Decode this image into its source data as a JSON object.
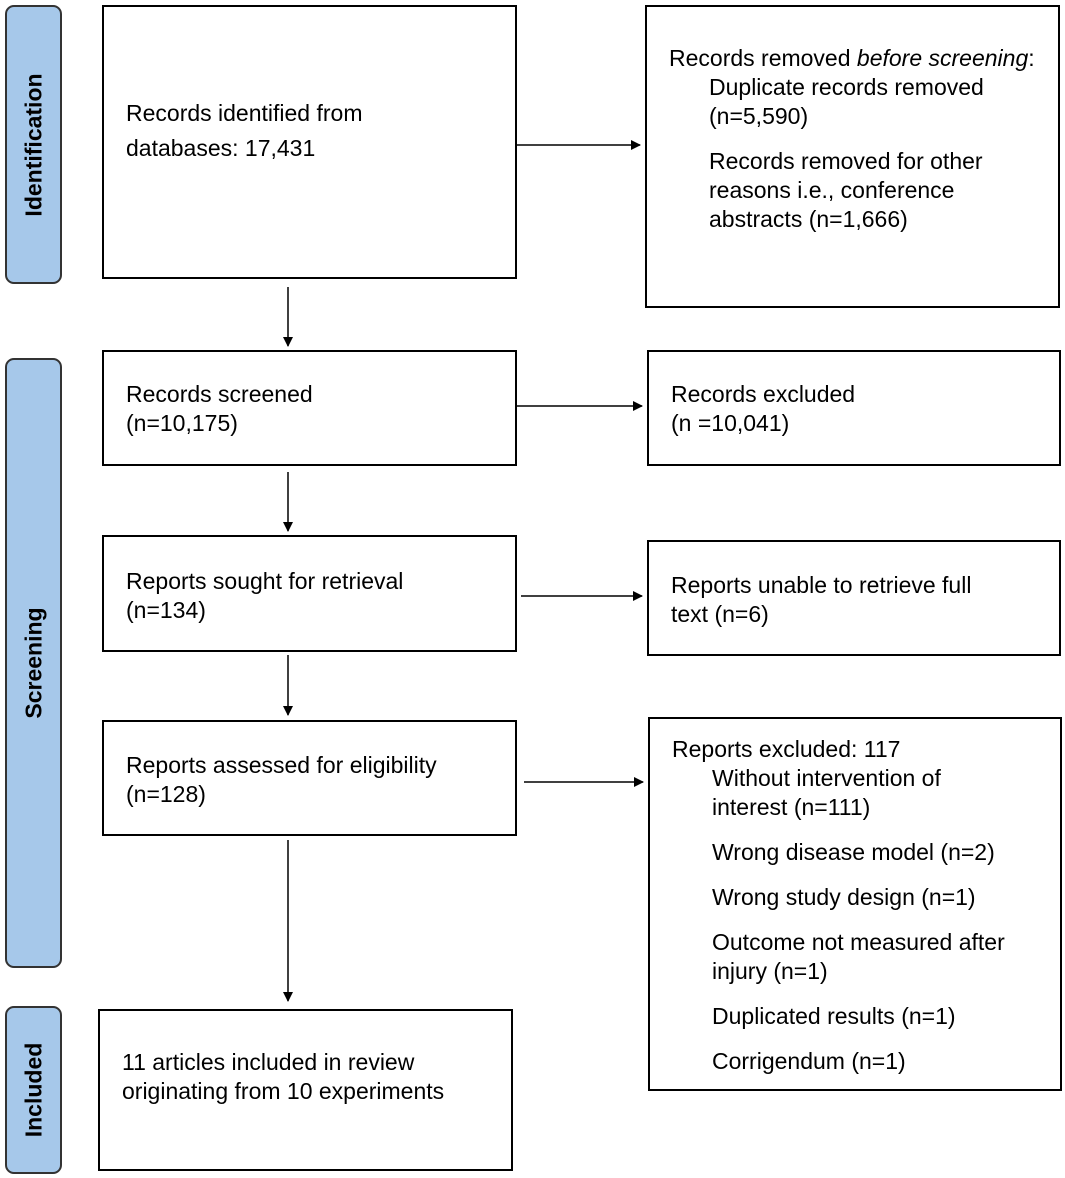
{
  "phases": {
    "identification": "Identification",
    "screening": "Screening",
    "included": "Included"
  },
  "records_identified": {
    "line1": "Records identified from",
    "line2": "databases: 17,431"
  },
  "removed_before": {
    "heading_pre": "Records removed ",
    "heading_em": "before screening",
    "heading_post": ":",
    "duplicates_line1": "Duplicate records removed",
    "duplicates_line2": "(n=5,590)",
    "other_line1": "Records removed for other",
    "other_line2": "reasons i.e., conference",
    "other_line3": "abstracts (n=1,666)"
  },
  "records_screened": {
    "line1": "Records screened",
    "line2": "(n=10,175)"
  },
  "records_excluded": {
    "line1": "Records excluded",
    "line2": "(n =10,041)"
  },
  "sought_retrieval": {
    "line1": "Reports sought for retrieval",
    "line2": "(n=134)"
  },
  "not_retrieved": {
    "line1": "Reports unable to retrieve full",
    "line2": "text (n=6)"
  },
  "assessed": {
    "line1": "Reports assessed for eligibility",
    "line2": "(n=128)"
  },
  "excluded_reports": {
    "heading": "Reports excluded: 117",
    "r1_line1": "Without intervention of",
    "r1_line2": "interest (n=111)",
    "r2": "Wrong disease model (n=2)",
    "r3": "Wrong study design (n=1)",
    "r4_line1": "Outcome not measured after",
    "r4_line2": "injury (n=1)",
    "r5": "Duplicated results (n=1)",
    "r6": "Corrigendum (n=1)"
  },
  "included_studies": {
    "line1": "11 articles included in review",
    "line2": "originating from 10 experiments"
  }
}
